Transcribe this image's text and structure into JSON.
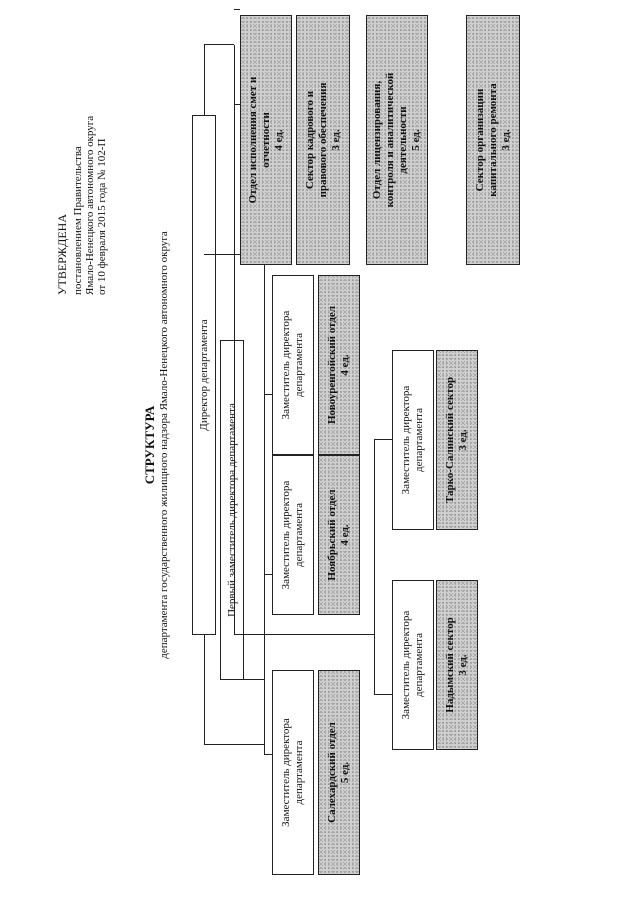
{
  "approval": {
    "title": "УТВЕРЖДЕНА",
    "line1": "постановлением Правительства",
    "line2": "Ямало-Ненецкого автономного округа",
    "line3": "от 10 февраля 2015 года № 102-П"
  },
  "heading": {
    "title": "СТРУКТУРА",
    "subtitle": "департамента государственного жилищного надзора Ямало-Ненецкого автономного округа"
  },
  "director": "Директор департамента",
  "first_deputy": "Первый заместитель директора департамента",
  "deputy_label_1": "Заместитель директора",
  "deputy_label_2": "департамента",
  "departments": {
    "salekhard": {
      "name": "Салехардский отдел",
      "staff": "5 ед."
    },
    "noyabrsk": {
      "name": "Ноябрьский отдел",
      "staff": "4 ед."
    },
    "novourengoy": {
      "name": "Новоуренгойский отдел",
      "staff": "4 ед."
    },
    "nadym": {
      "name": "Надымский сектор",
      "staff": "3 ед."
    },
    "tarko": {
      "name": "Тарко-Салинский сектор",
      "staff": "3 ед."
    }
  },
  "right_units": [
    {
      "line1": "Отдел исполнения смет и",
      "line2": "отчетности",
      "line3": "4 ед."
    },
    {
      "line1": "Сектор кадрового и",
      "line2": "правового обеспечения",
      "line3": "3 ед."
    },
    {
      "line1": "Отдел лицензирования,",
      "line2": "контроля и аналитической",
      "line3": "деятельности",
      "line4": "5 ед."
    },
    {
      "line1": "Сектор организации",
      "line2": "капитального ремонта",
      "line3": "3 ед."
    }
  ]
}
